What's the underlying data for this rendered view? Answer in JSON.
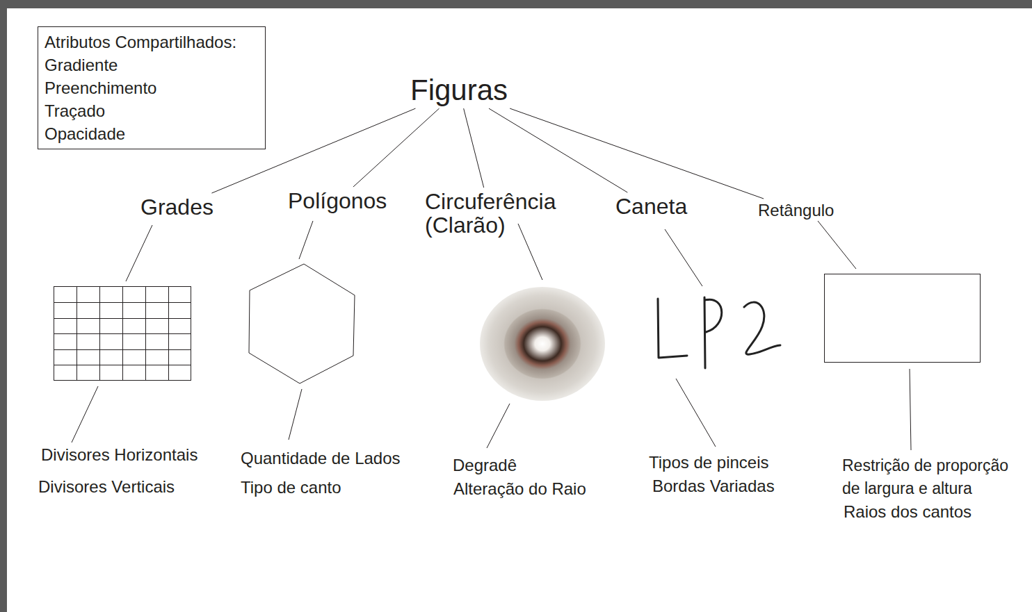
{
  "diagram": {
    "nodes": [
      {
        "text": [
          "Atributos Compartilhados:",
          "Gradiente",
          "Preenchimento",
          "Traçado",
          "Opacidade"
        ]
      },
      {
        "text": [
          "Figuras"
        ]
      },
      {
        "text": [
          "Grades"
        ]
      },
      {
        "text": [
          "Polígonos"
        ]
      },
      {
        "text": [
          "Circuferência (Clarão)"
        ]
      },
      {
        "text": [
          "Caneta"
        ]
      },
      {
        "text": [
          "Retângulo"
        ]
      }
    ],
    "edges": [
      {
        "from": 1,
        "to": 2,
        "arrow": "none"
      },
      {
        "from": 1,
        "to": 3,
        "arrow": "none"
      },
      {
        "from": 1,
        "to": 4,
        "arrow": "none"
      },
      {
        "from": 1,
        "to": 5,
        "arrow": "none"
      },
      {
        "from": 1,
        "to": 6,
        "arrow": "none"
      }
    ],
    "labels": [
      "Divisores Horizontais",
      "Divisores Verticais",
      "Quantidade de Lados",
      "Tipo de canto",
      "Degradê",
      "Alteração do Raio",
      "Tipos de pinceis",
      "Bordas Variadas",
      "Restrição de proporção de largura e altura",
      "Raios dos cantos"
    ]
  }
}
